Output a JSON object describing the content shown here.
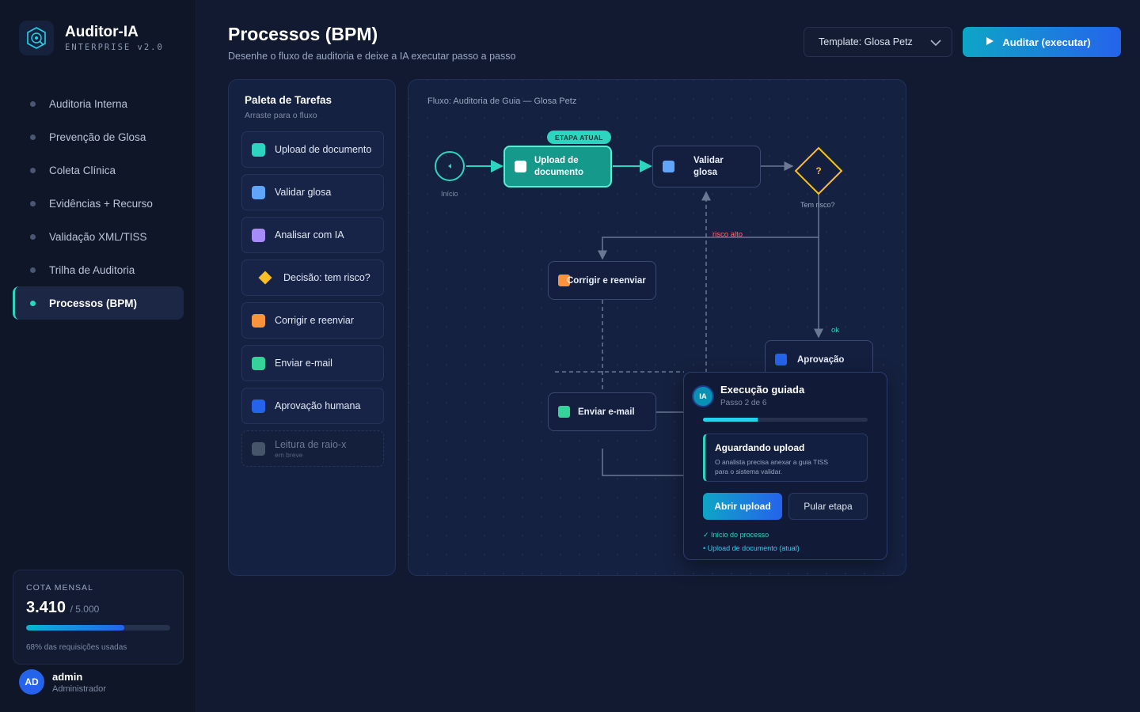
{
  "app": {
    "name": "Auditor-IA",
    "edition": "ENTERPRISE v2.0"
  },
  "sidebar": {
    "items": [
      {
        "label": "Auditoria Interna"
      },
      {
        "label": "Prevenção de Glosa"
      },
      {
        "label": "Coleta Clínica"
      },
      {
        "label": "Evidências + Recurso"
      },
      {
        "label": "Validação XML/TISS"
      },
      {
        "label": "Trilha de Auditoria"
      },
      {
        "label": "Processos (BPM)",
        "active": true
      }
    ],
    "quota": {
      "title": "COTA MENSAL",
      "used": "3.410",
      "total": "/ 5.000",
      "used_fraction": 0.68,
      "note": "68% das requisições usadas"
    },
    "user": {
      "initials": "AD",
      "name": "admin",
      "role": "Administrador"
    }
  },
  "header": {
    "title": "Processos (BPM)",
    "subtitle": "Desenhe o fluxo de auditoria e deixe a IA executar passo a passo",
    "template_select": "Template: Glosa Petz",
    "run_button": "Auditar (executar)"
  },
  "palette": {
    "title": "Paleta de Tarefas",
    "subtitle": "Arraste para o fluxo",
    "items": [
      {
        "label": "Upload de documento",
        "color": "#2dd4bf"
      },
      {
        "label": "Validar glosa",
        "color": "#60a5fa"
      },
      {
        "label": "Analisar com IA",
        "color": "#a78bfa"
      },
      {
        "label": "Decisão: tem risco?",
        "color": "#fbbf24"
      },
      {
        "label": "Corrigir e reenviar",
        "color": "#fb923c"
      },
      {
        "label": "Enviar e-mail",
        "color": "#34d399"
      },
      {
        "label": "Aprovação humana",
        "color": "#2563eb"
      },
      {
        "label": "Leitura de raio-x",
        "note": "em breve",
        "color": "#475569",
        "disabled": true
      }
    ]
  },
  "flow": {
    "title": "Fluxo: Auditoria de Guia — Glosa Petz",
    "current_badge": "ETAPA ATUAL",
    "start_label": "Início",
    "nodes": {
      "upload": "Upload de documento",
      "validate": "Validar glosa",
      "decision_symbol": "?",
      "decision_label": "Tem risco?",
      "fix": "Corrigir e reenviar",
      "approval": "Aprovação",
      "email": "Enviar e-mail"
    },
    "edges": {
      "risk": "risco alto",
      "ok": "ok"
    },
    "colors": {
      "accent": "#2dd4bf",
      "risk": "#f87171",
      "decision": "#fbbf24"
    }
  },
  "guided": {
    "badge": "IA",
    "title": "Execução guiada",
    "step": "Passo 2 de 6",
    "progress": 0.33,
    "card_title": "Aguardando upload",
    "card_text": "O analista precisa anexar a guia TISS para o sistema validar.",
    "primary_button": "Abrir upload",
    "secondary_button": "Pular etapa",
    "log": [
      "✓ Início do processo",
      "• Upload de documento (atual)"
    ]
  }
}
